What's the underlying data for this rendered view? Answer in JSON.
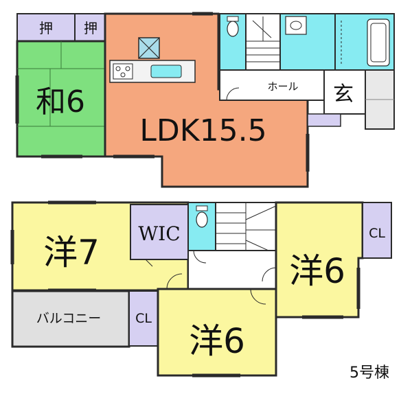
{
  "rooms": {
    "oshiire_1": "押",
    "oshiire_2": "押",
    "washitsu": "和6",
    "ldk": "LDK15.5",
    "hall": "ホール",
    "genkan": "玄",
    "yo7": "洋7",
    "wic": "WIC",
    "cl_right": "CL",
    "yo6_right": "洋6",
    "balcony": "バルコニー",
    "cl_left": "CL",
    "yo6_bottom": "洋6"
  },
  "building_label": "5号棟",
  "colors": {
    "washitsu": "#7fe07f",
    "ldk": "#f5a77e",
    "storage": "#d6d0f2",
    "wet": "#87ebf2",
    "western": "#fbf7a0",
    "balcony": "#e0e0e0",
    "entrance": "#e9e9e9",
    "wall": "#2a2a2a"
  }
}
